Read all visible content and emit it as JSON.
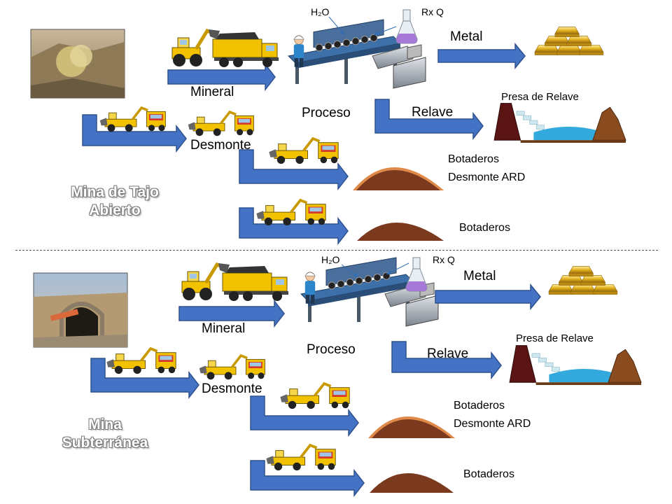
{
  "colors": {
    "arrow_fill": "#4472c4",
    "arrow_stroke": "#2f528f",
    "waste_brown": "#7b3a1e",
    "ard_rim": "#e08a4a",
    "water": "#33aadd",
    "truck_yellow": "#f2c200",
    "gold": "#d4a017"
  },
  "icons": [
    "mine-photo",
    "loader-truck-icon",
    "processing-plant-icon",
    "worker-icon",
    "flask-icon",
    "gold-bars-icon",
    "tailings-dam-icon",
    "waste-dump-icon",
    "blue-arrow-icon"
  ],
  "sections": [
    {
      "title_line1": "Mina de Tajo",
      "title_line2": "Abierto",
      "h2o": "H₂O",
      "rxq": "Rx Q",
      "mineral": "Mineral",
      "proceso": "Proceso",
      "metal": "Metal",
      "relave": "Relave",
      "presa": "Presa de Relave",
      "desmonte": "Desmonte",
      "botaderos_ard_1": "Botaderos",
      "botaderos_ard_2": "Desmonte ARD",
      "botaderos": "Botaderos"
    },
    {
      "title_line1": "Mina",
      "title_line2": "Subterránea",
      "h2o": "H₂O",
      "rxq": "Rx Q",
      "mineral": "Mineral",
      "proceso": "Proceso",
      "metal": "Metal",
      "relave": "Relave",
      "presa": "Presa de Relave",
      "desmonte": "Desmonte",
      "botaderos_ard_1": "Botaderos",
      "botaderos_ard_2": "Desmonte ARD",
      "botaderos": "Botaderos"
    }
  ]
}
